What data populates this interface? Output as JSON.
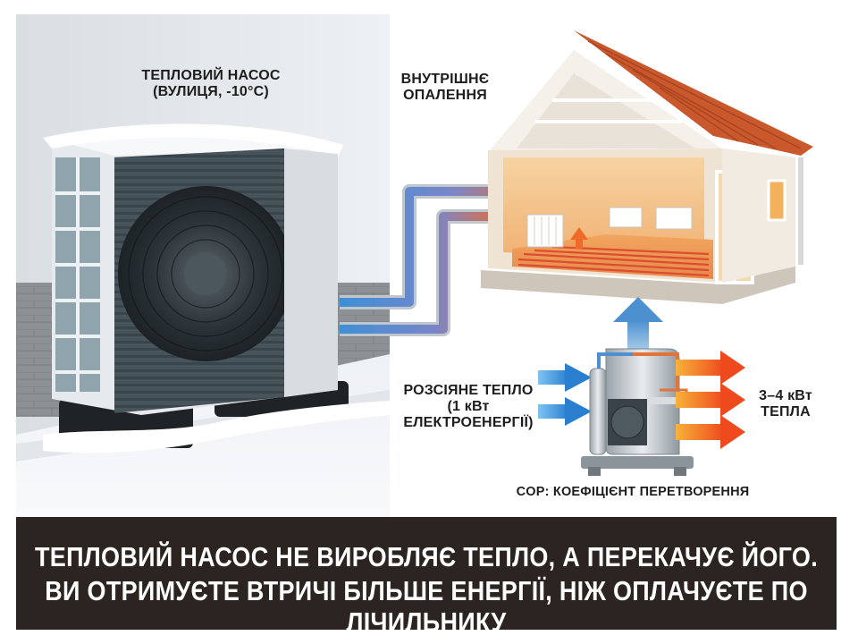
{
  "labels": {
    "heat_pump_title": "ТЕПЛОВИЙ НАСОС",
    "heat_pump_subtitle": "(ВУЛИЦЯ, -10°C)",
    "indoor_line1": "ВНУТРІШНЄ",
    "indoor_line2": "ОПАЛЕННЯ",
    "input_line1": "РОЗСІЯНЕ ТЕПЛО",
    "input_line2": "(1 кВт",
    "input_line3": "ЕЛЕКТРОЕНЕРГІЇ)",
    "output_line1": "3–4 кВт",
    "output_line2": "ТЕПЛА",
    "cop_label": "COP: КОЕФІЦІЄНТ ПЕРЕТВОРЕННЯ"
  },
  "banner": {
    "line1": "ТЕПЛОВИЙ НАСОС НЕ ВИРОБЛЯЄ ТЕПЛО, А ПЕРЕКАЧУЄ ЙОГО.",
    "line2": "ВИ ОТРИМУЄТЕ ВТРИЧІ БІЛЬШЕ ЕНЕРГІЇ, НІЖ ОПЛАЧУЄТЕ ПО ЛІЧИЛЬНИКУ"
  },
  "colors": {
    "banner_bg": "#2b2420",
    "cold_arrow": "#3f8fd6",
    "hot_arrow": "#f06a2a",
    "roof": "#c9582d",
    "unit_grille": "#3e4a52"
  }
}
